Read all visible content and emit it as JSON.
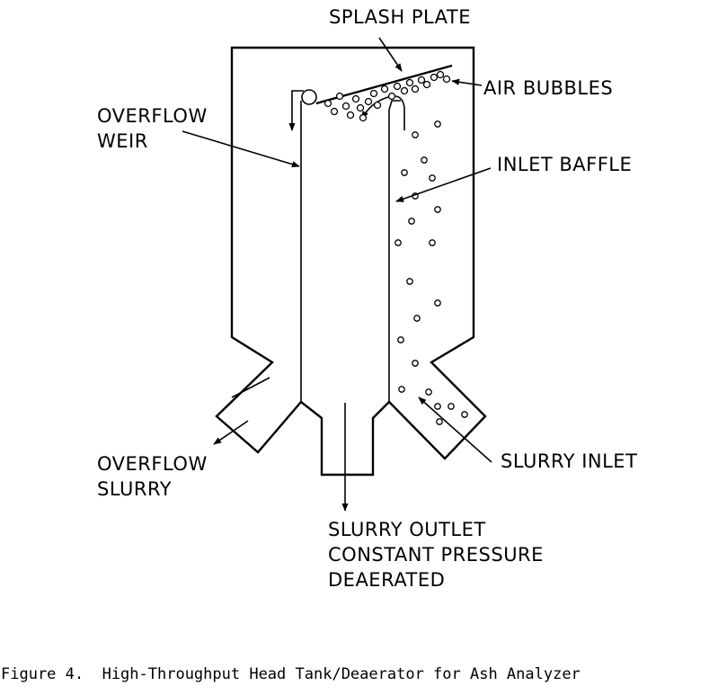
{
  "labels": {
    "splash_plate": "SPLASH PLATE",
    "air_bubbles": "AIR BUBBLES",
    "overflow_weir": [
      "OVERFLOW",
      "WEIR"
    ],
    "inlet_baffle": "INLET BAFFLE",
    "overflow_slurry": [
      "OVERFLOW",
      "SLURRY"
    ],
    "slurry_inlet": "SLURRY INLET",
    "slurry_outlet": [
      "SLURRY OUTLET",
      "CONSTANT PRESSURE",
      "DEAERATED"
    ]
  },
  "caption": "Figure 4.  High-Throughput Head Tank/Deaerator for Ash Analyzer"
}
